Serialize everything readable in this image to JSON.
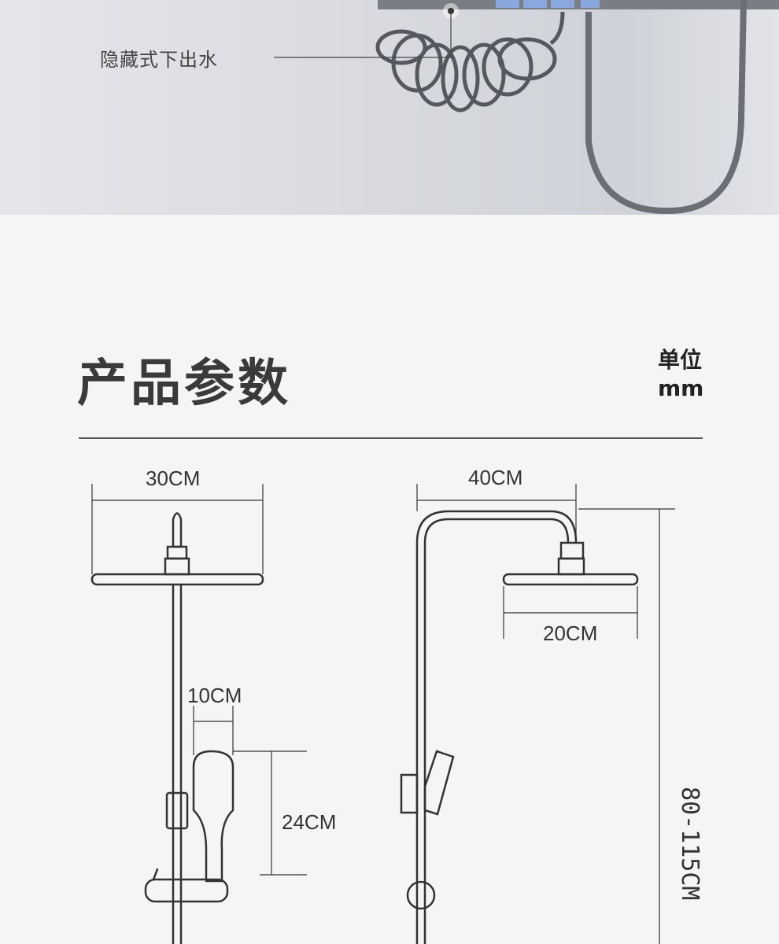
{
  "hero": {
    "callout_label": "隐藏式下出水"
  },
  "section": {
    "title": "产品参数",
    "unit_label": "单位",
    "unit_value": "mm"
  },
  "dimensions": {
    "top_shower_width_left": "30CM",
    "arm_length": "40CM",
    "top_shower_width_right": "20CM",
    "handheld_width": "10CM",
    "handheld_height": "24CM",
    "height_range": "80-115CM"
  },
  "colors": {
    "line": "#333333",
    "background": "#f5f5f5"
  }
}
